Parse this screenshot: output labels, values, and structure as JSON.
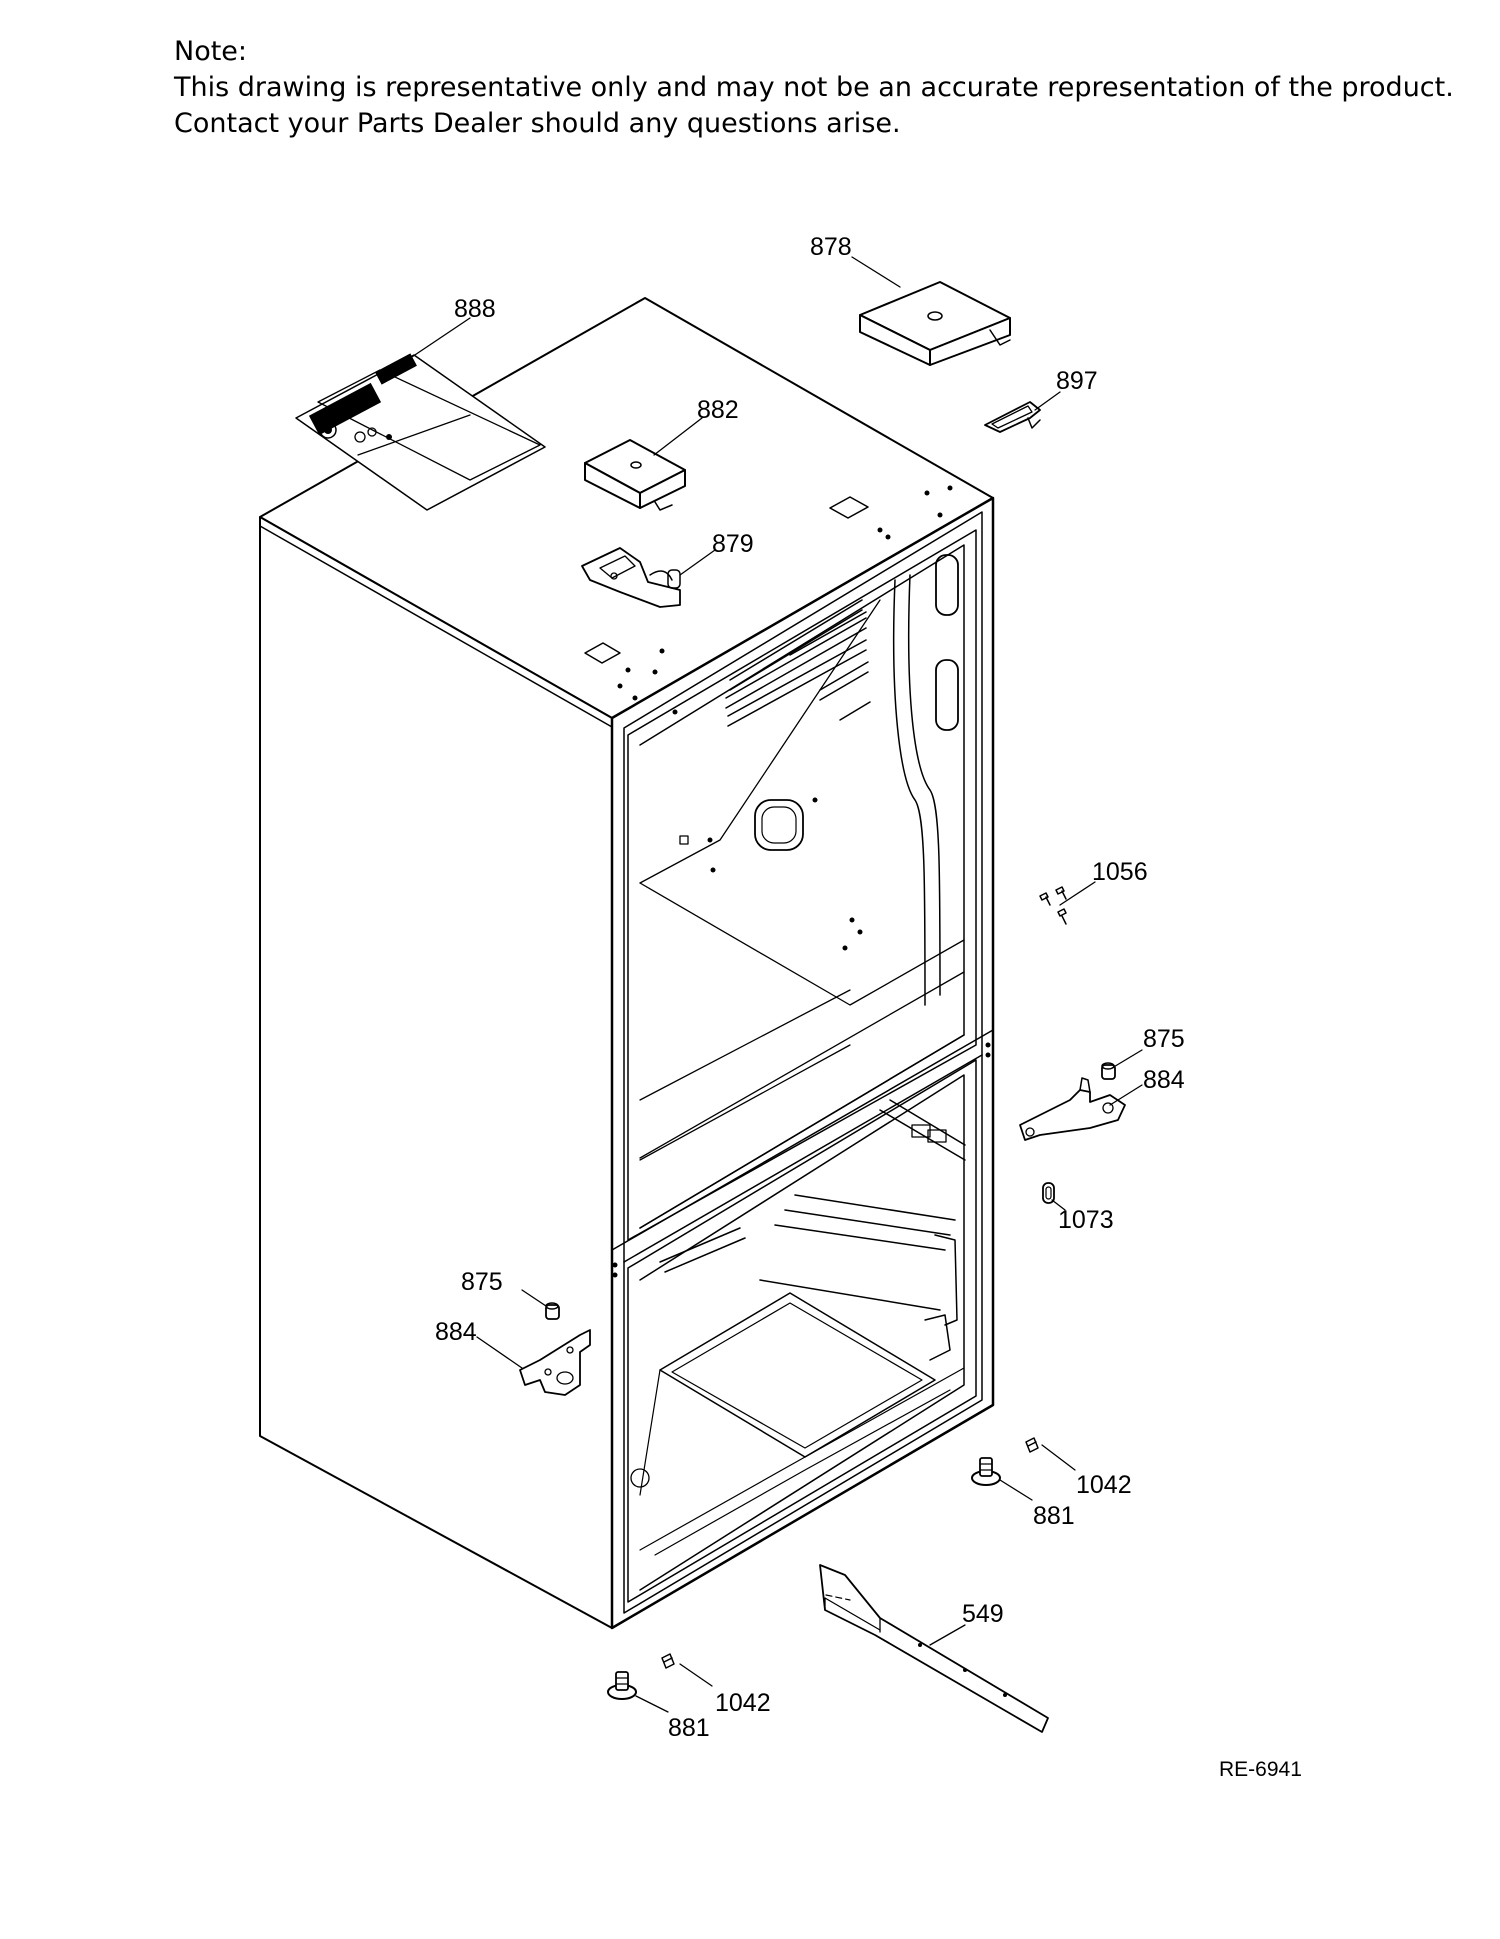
{
  "note": {
    "heading": "Note:",
    "line1": "This drawing is representative only and may not be an accurate representation of the product.",
    "line2": "Contact your Parts Dealer should any questions arise."
  },
  "parts": [
    {
      "id": "878",
      "label": "878"
    },
    {
      "id": "888",
      "label": "888"
    },
    {
      "id": "882",
      "label": "882"
    },
    {
      "id": "897",
      "label": "897"
    },
    {
      "id": "879",
      "label": "879"
    },
    {
      "id": "1056",
      "label": "1056"
    },
    {
      "id": "875-right",
      "label": "875"
    },
    {
      "id": "884-right",
      "label": "884"
    },
    {
      "id": "1073",
      "label": "1073"
    },
    {
      "id": "875-left",
      "label": "875"
    },
    {
      "id": "884-left",
      "label": "884"
    },
    {
      "id": "1042-right",
      "label": "1042"
    },
    {
      "id": "881-right",
      "label": "881"
    },
    {
      "id": "549",
      "label": "549"
    },
    {
      "id": "1042-left",
      "label": "1042"
    },
    {
      "id": "881-left",
      "label": "881"
    }
  ],
  "drawing_id": "RE-6941"
}
